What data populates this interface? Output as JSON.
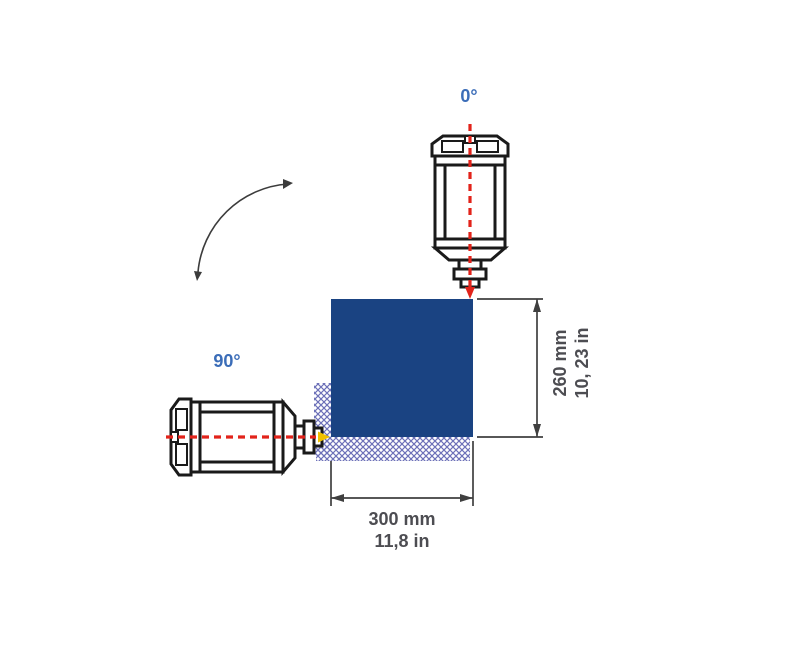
{
  "diagram": {
    "orientation_labels": {
      "top": "0°",
      "side": "90°"
    },
    "width_dimension": {
      "metric": "300 mm",
      "imperial": "11,8 in"
    },
    "height_dimension": {
      "metric": "260 mm",
      "imperial": "10, 23 in"
    }
  },
  "colors": {
    "angle_label": "#3b6db8",
    "target_fill": "#1a4382",
    "beam": "#e2231a",
    "hatch": "#6c70b8",
    "pointer": "#f0c000",
    "outline": "#1a1a1a",
    "arc_line": "#3c3c3c",
    "dimension": "#3f3f3f",
    "dimension_text": "#4d4d52"
  }
}
